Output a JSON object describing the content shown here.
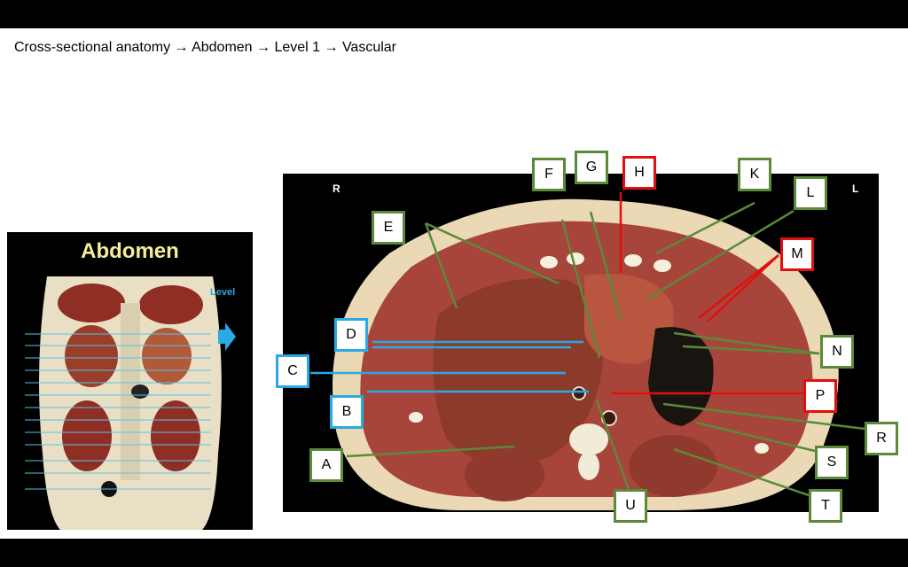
{
  "breadcrumb": "Cross-sectional anatomy → Abdomen → Level 1 → Vascular",
  "thumbnail": {
    "title": "Abdomen",
    "level_label": "Level",
    "arrow_color": "#29a9e6"
  },
  "orientation": {
    "right": "R",
    "left": "L"
  },
  "labels": {
    "A": "A",
    "B": "B",
    "C": "C",
    "D": "D",
    "E": "E",
    "F": "F",
    "G": "G",
    "H": "H",
    "K": "K",
    "L": "L",
    "M": "M",
    "N": "N",
    "P": "P",
    "R": "R",
    "S": "S",
    "T": "T",
    "U": "U"
  },
  "colors": {
    "green": "#5a8a3a",
    "blue": "#29a9e6",
    "red": "#e01010"
  }
}
